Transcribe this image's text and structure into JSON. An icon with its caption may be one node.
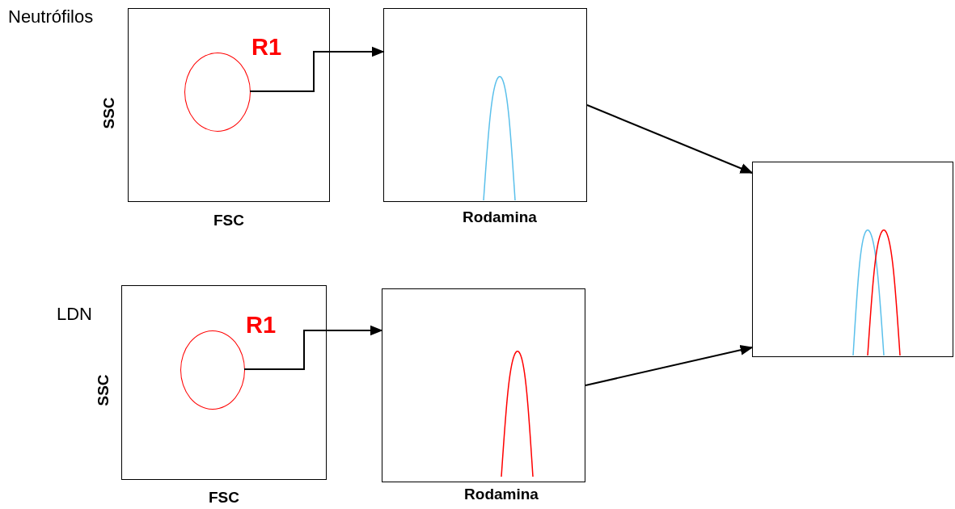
{
  "diagram": {
    "nodes": [
      {
        "text": [],
        "shape": "box"
      },
      {
        "text": [],
        "shape": "circle",
        "in": 0,
        "beside": [
          "R1"
        ]
      },
      {
        "text": [],
        "shape": "box"
      },
      {
        "text": [],
        "shape": "box"
      },
      {
        "text": [],
        "shape": "circle",
        "in": 3,
        "beside": [
          "R1"
        ]
      },
      {
        "text": [],
        "shape": "box"
      },
      {
        "text": [],
        "shape": "box"
      }
    ],
    "edges": [
      {
        "from": 1,
        "to": 2,
        "arrow": "to"
      },
      {
        "from": 4,
        "to": 5,
        "arrow": "to"
      },
      {
        "from": 2,
        "to": 6,
        "arrow": "to"
      },
      {
        "from": 5,
        "to": 6,
        "arrow": "to"
      }
    ],
    "labels": [
      "Neutrófilos",
      "SSC",
      "FSC",
      "Rodamina",
      "LDN",
      "SSC",
      "FSC",
      "Rodamina"
    ]
  }
}
